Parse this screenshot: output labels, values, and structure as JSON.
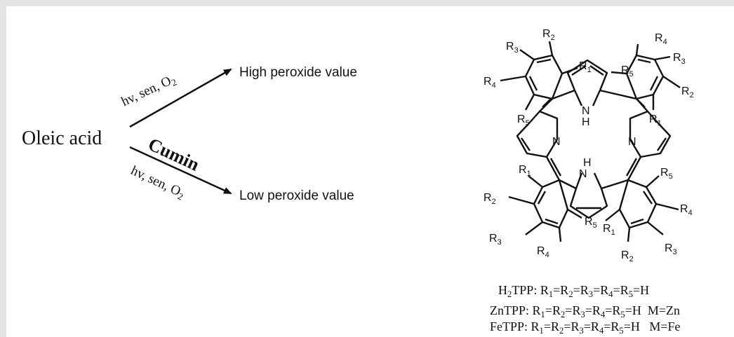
{
  "reactant": "Oleic acid",
  "reagent_upper": {
    "a": "hv, sen, O",
    "sub": "2"
  },
  "reagent_lower": {
    "a": "hv, sen, O",
    "sub": "2"
  },
  "inhibitor": "Cumin",
  "product_high": "High peroxide value",
  "product_low": "Low peroxide value",
  "atoms": {
    "N": "N",
    "H": "H",
    "R1": "R1",
    "R2": "R2",
    "R3": "R3",
    "R4": "R4",
    "R5": "R5"
  },
  "formulas": [
    {
      "name": "H",
      "name_sub": "2",
      "name_rest": "TPP: ",
      "rs": "R1=R2=R3=R4=R5=H",
      "metal": ""
    },
    {
      "name": "ZnTPP: ",
      "name_sub": "",
      "name_rest": "",
      "rs": "R1=R2=R3=R4=R5=H",
      "metal": "M=Zn"
    },
    {
      "name": "FeTPP: ",
      "name_sub": "",
      "name_rest": "",
      "rs": "R1=R2=R3=R4=R5=H",
      "metal": "M=Fe"
    }
  ],
  "colors": {
    "ink": "#111111",
    "frame": "#e4e4e4",
    "card": "#ffffff"
  }
}
